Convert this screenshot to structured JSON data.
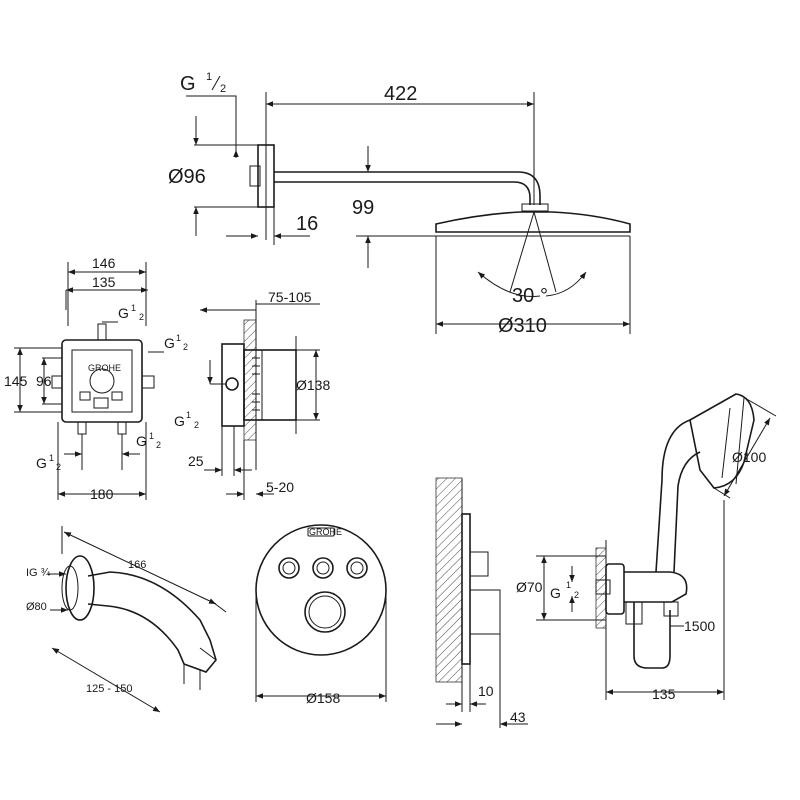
{
  "shower_head": {
    "thread_main": "G",
    "thread_num": "1",
    "thread_den": "2",
    "arm_length": "422",
    "flange_dia": "Ø96",
    "wall_gap": "16",
    "drop": "99",
    "tilt_value": "30",
    "tilt_unit": "°",
    "head_dia": "Ø310"
  },
  "box_front": {
    "width_outer": "146",
    "width_inner": "135",
    "height_outer": "145",
    "height_inner": "96",
    "thread_top": "G",
    "thread_right": "G",
    "thread_bl": "G",
    "thread_br": "G",
    "thread_num": "1",
    "thread_den": "2",
    "bottom_width": "180",
    "logo": "GROHE"
  },
  "box_side": {
    "depth_range": "75-105",
    "thread": "G",
    "thread_num": "1",
    "thread_den": "2",
    "dia": "Ø138",
    "depth_min": "25",
    "cover_range": "5-20"
  },
  "spout": {
    "thread": "IG ¾",
    "flange": "Ø80",
    "length": "166",
    "wall_range": "125 - 150"
  },
  "control": {
    "logo": "GROHE",
    "dia": "Ø158",
    "projection_small": "10",
    "projection_large": "43"
  },
  "hand_shower": {
    "head_dia": "Ø100",
    "outlet_dia": "Ø70",
    "thread": "G",
    "thread_num": "1",
    "thread_den": "2",
    "hose_length": "1500",
    "projection": "135"
  }
}
